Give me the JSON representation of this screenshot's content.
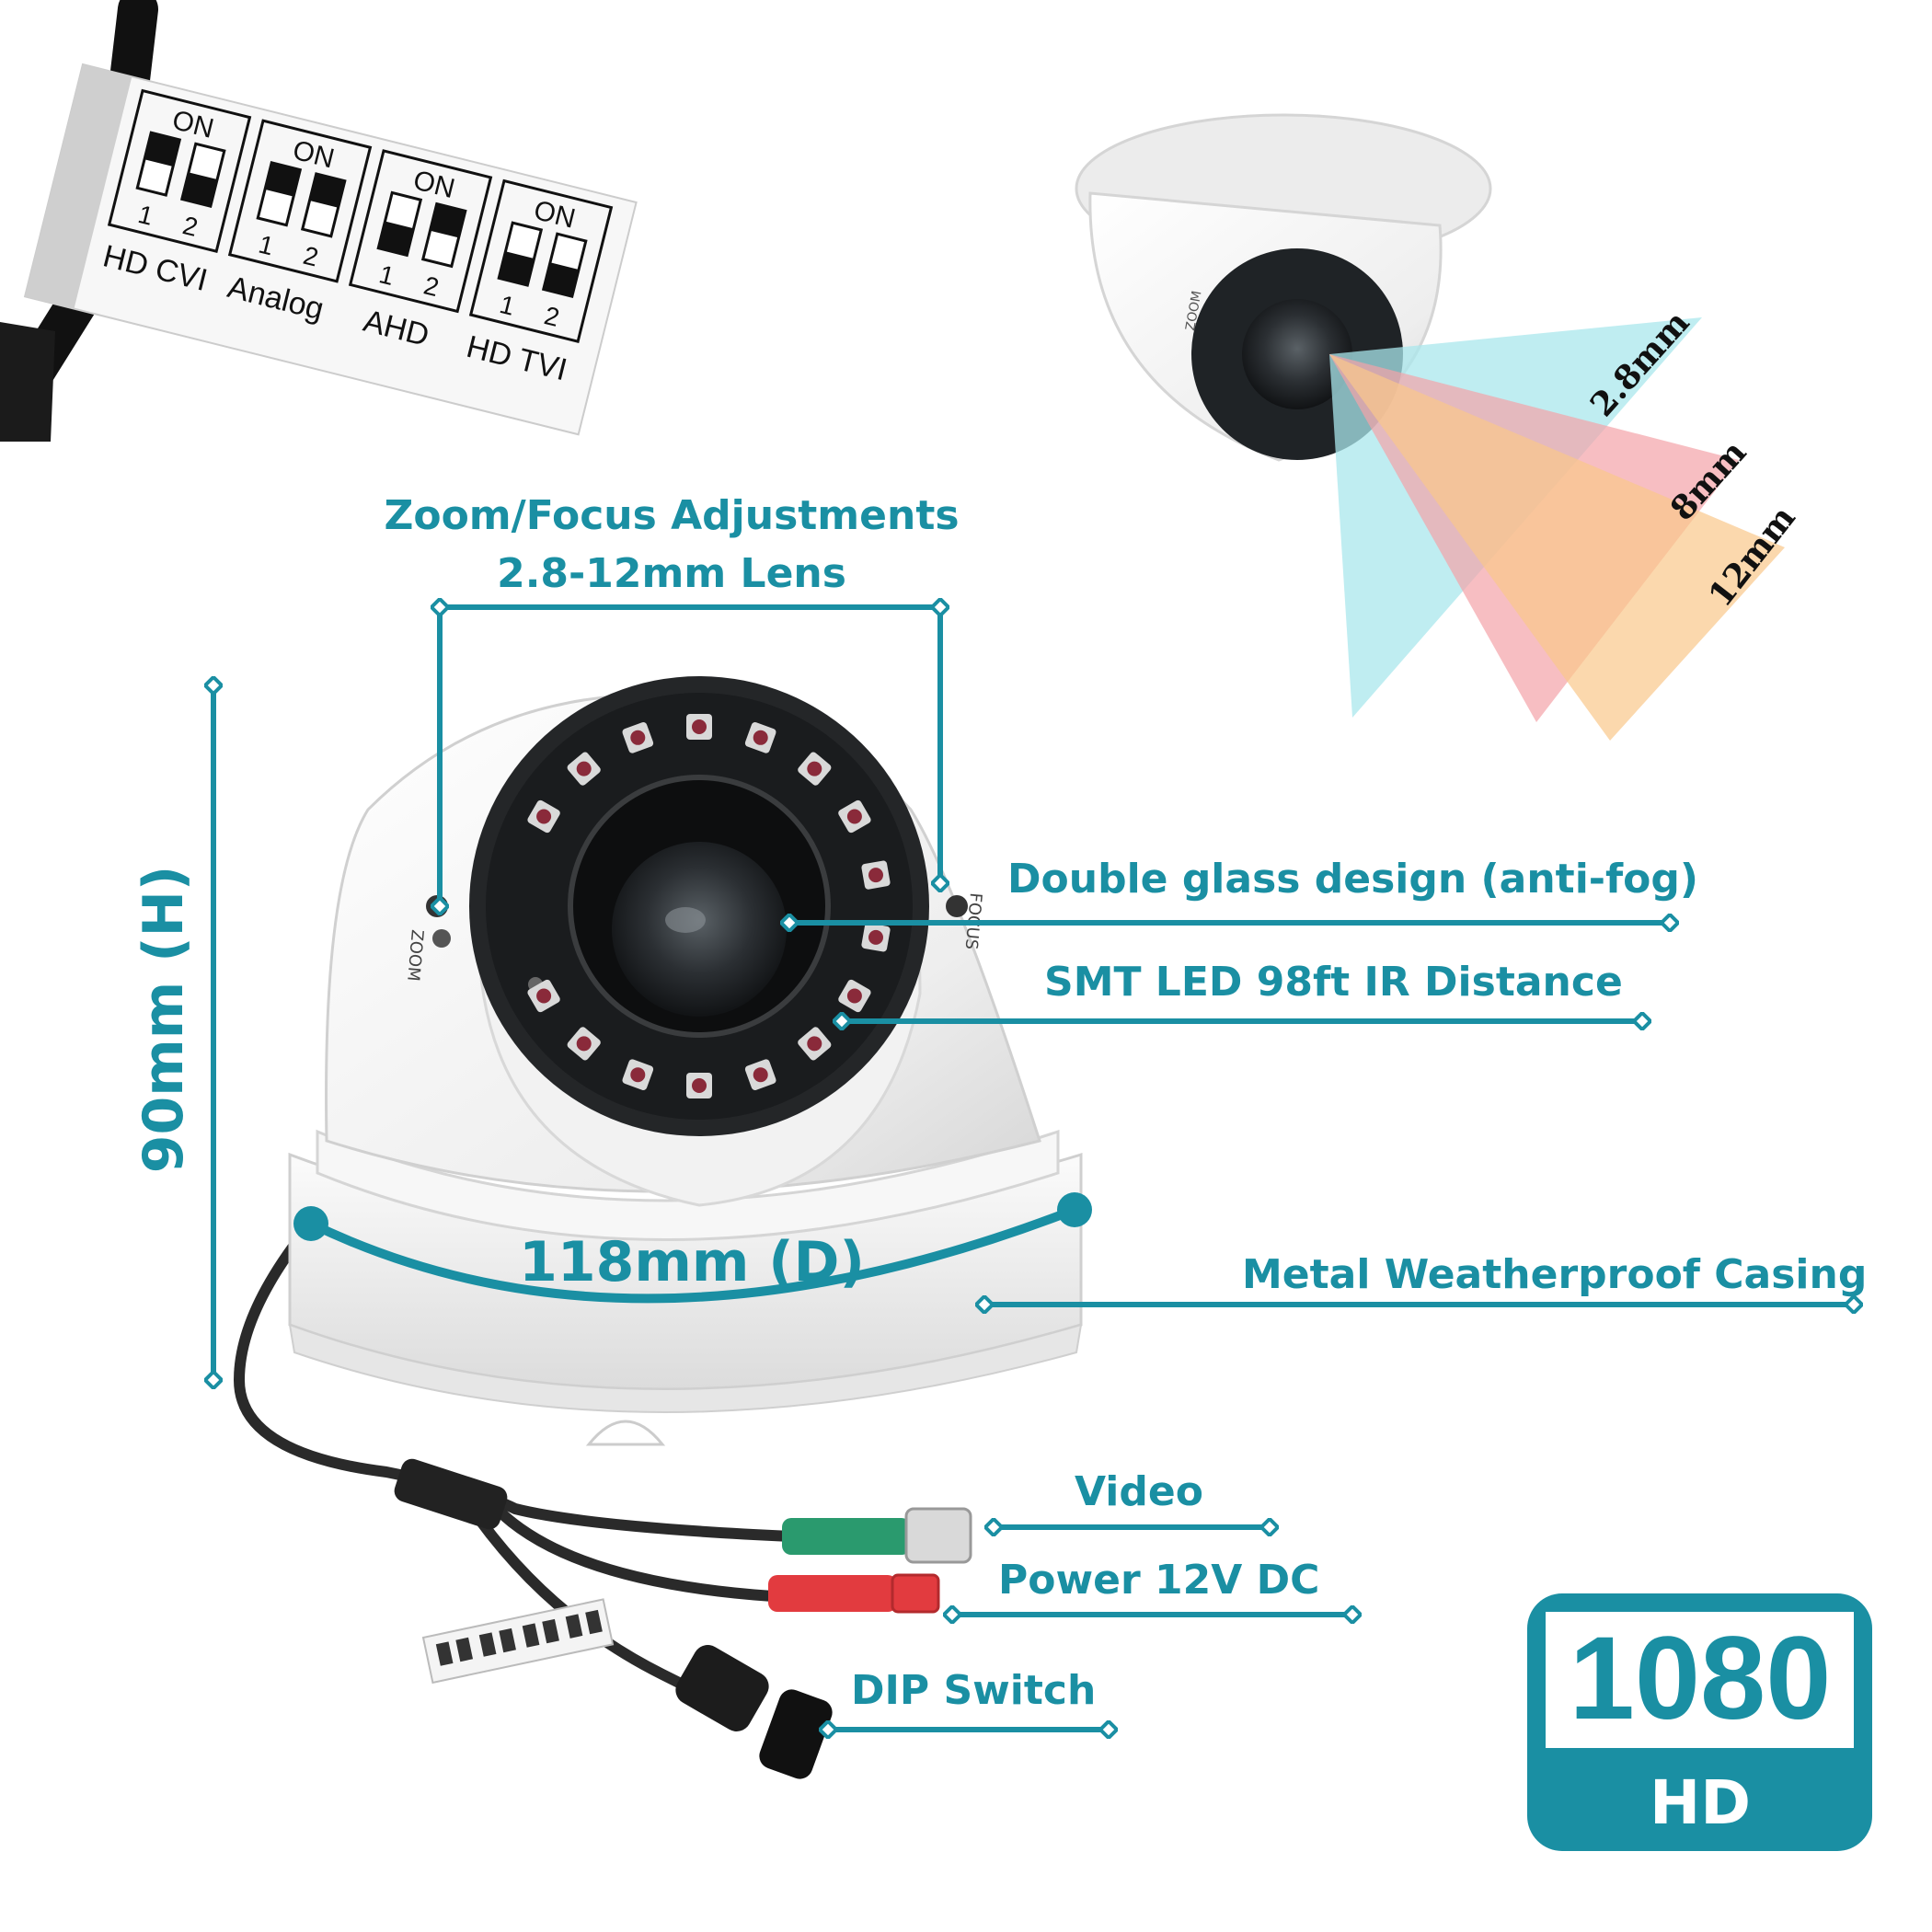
{
  "colors": {
    "accent": "#1a8fa3",
    "beam_wide": "#a9e7ec",
    "beam_mid": "#f4a3a8",
    "beam_narrow": "#f9c78a",
    "video_plug": "#2a9a6e",
    "power_plug": "#e23b3f",
    "casing": "#f3f3f3"
  },
  "dip_switch": {
    "groups": [
      {
        "on_label": "ON",
        "numbers": [
          "1",
          "2"
        ],
        "mode": "HD CVI"
      },
      {
        "on_label": "ON",
        "numbers": [
          "1",
          "2"
        ],
        "mode": "Analog"
      },
      {
        "on_label": "ON",
        "numbers": [
          "1",
          "2"
        ],
        "mode": "AHD"
      },
      {
        "on_label": "ON",
        "numbers": [
          "1",
          "2"
        ],
        "mode": "HD TVI"
      }
    ]
  },
  "beam": {
    "labels": [
      "2.8mm",
      "8mm",
      "12mm"
    ]
  },
  "camera": {
    "zoom_text": "ZOOM",
    "focus_text": "FOCUS"
  },
  "callouts": {
    "zoom_focus_line1": "Zoom/Focus Adjustments",
    "zoom_focus_line2": "2.8-12mm Lens",
    "double_glass": "Double glass design (anti-fog)",
    "smt_led": "SMT LED 98ft IR Distance",
    "casing": "Metal Weatherproof Casing",
    "video": "Video",
    "power": "Power 12V DC",
    "dip": "DIP Switch"
  },
  "dimensions": {
    "height": "90mm (H)",
    "diameter": "118mm (D)"
  },
  "badge": {
    "resolution": "1080",
    "suffix": "HD"
  }
}
